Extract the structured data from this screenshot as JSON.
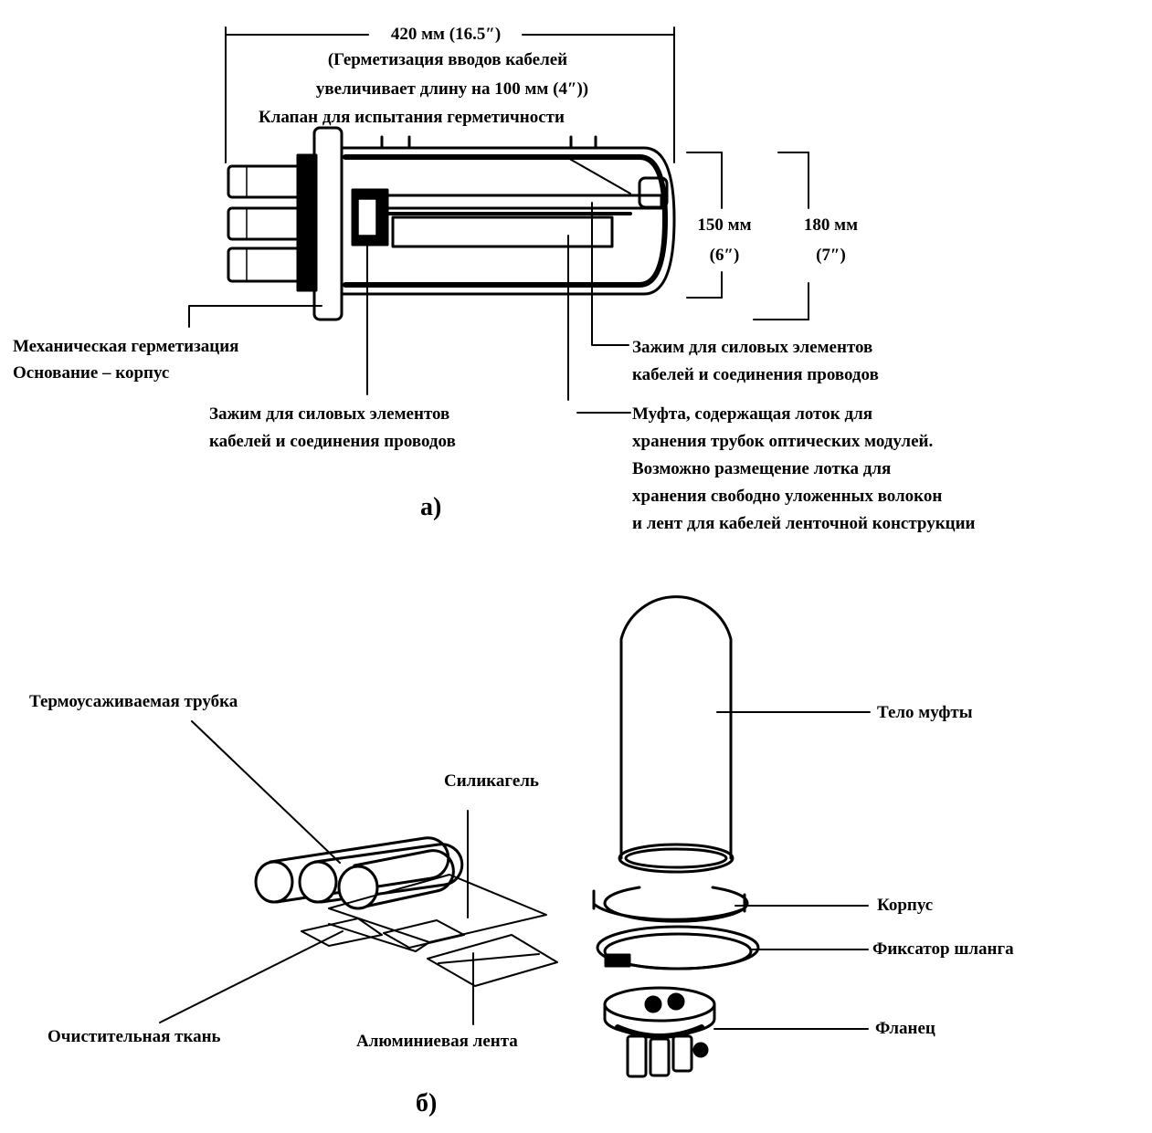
{
  "part_a": {
    "dimension_width": "420 мм (16.5″)",
    "dimension_note_1": "(Герметизация вводов кабелей",
    "dimension_note_2": "увеличивает длину на 100 мм (4″))",
    "valve_label": "Клапан для испытания герметичности",
    "dim_150_value": "150 мм",
    "dim_150_inch": "(6″)",
    "dim_180_value": "180 мм",
    "dim_180_inch": "(7″)",
    "mech_seal_1": "Механическая герметизация",
    "mech_seal_2": "Основание – корпус",
    "clamp_right_1": "Зажим для силовых элементов",
    "clamp_right_2": "кабелей и соединения проводов",
    "clamp_left_1": "Зажим для силовых элементов",
    "clamp_left_2": "кабелей и соединения проводов",
    "sleeve_1": "Муфта, содержащая лоток для",
    "sleeve_2": "хранения трубок оптических модулей.",
    "sleeve_3": "Возможно размещение лотка для",
    "sleeve_4": "хранения свободно уложенных волокон",
    "sleeve_5": "и лент для кабелей ленточной конструкции",
    "caption": "а)"
  },
  "part_b": {
    "heat_shrink_tube": "Термоусаживаемая трубка",
    "silica_gel": "Силикагель",
    "cleaning_cloth": "Очистительная ткань",
    "aluminum_tape": "Алюминиевая лента",
    "closure_body": "Тело муфты",
    "housing": "Корпус",
    "hose_clamp": "Фиксатор шланга",
    "flange": "Фланец",
    "caption": "б)"
  }
}
